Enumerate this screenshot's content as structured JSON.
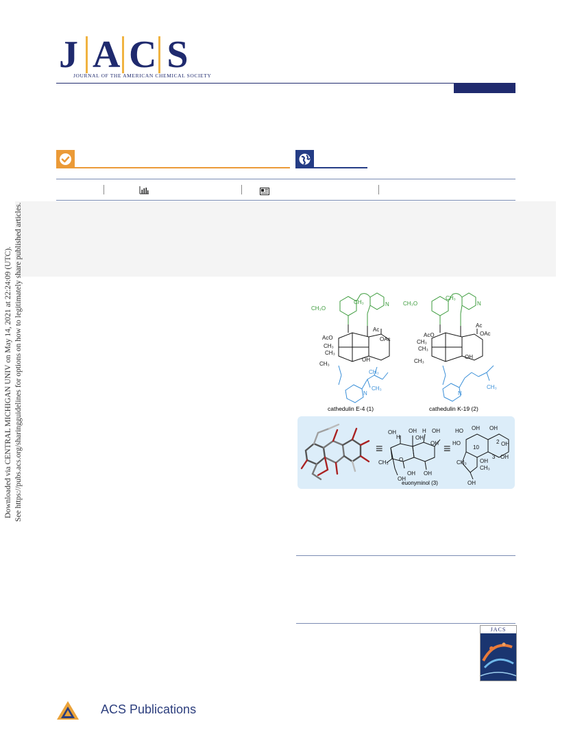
{
  "journal": {
    "logo_letters": [
      "J",
      "A",
      "C",
      "S"
    ],
    "full_name": "JOURNAL OF THE AMERICAN CHEMICAL SOCIETY"
  },
  "badges": {
    "editors_choice_icon": "check-circle-icon",
    "open_access_icon": "globe-icon"
  },
  "metrics_bar": {
    "metrics_icon": "bar-chart-icon",
    "article_recommendations_icon": "article-icon"
  },
  "sidebar": {
    "line1": "Downloaded via CENTRAL MICHIGAN UNIV on May 14, 2021 at 22:24:09 (UTC).",
    "line2": "See https://pubs.acs.org/sharingguidelines for options on how to legitimately share published articles."
  },
  "figure": {
    "compound1_caption": "cathedulin E-4 (1)",
    "compound2_caption": "cathedulin K-19 (2)",
    "compound3_caption": "euonyminol (3)",
    "equivalence_symbol": "≡",
    "labels": {
      "ch3o": "CH₃O",
      "ch3": "CH₃",
      "aco": "AcO",
      "oac": "OAc",
      "ac": "Ac",
      "oh": "OH",
      "h": "H",
      "n": "N",
      "o": "O",
      "c10": "10",
      "c2": "2",
      "c3": "3"
    },
    "colors": {
      "aryl_green": "#3a9a3a",
      "pyridine_blue": "#3a8fd8",
      "panel_bg": "#dcedf9"
    }
  },
  "cover": {
    "title": "JACS"
  },
  "footer": {
    "publisher": "ACS Publications"
  }
}
